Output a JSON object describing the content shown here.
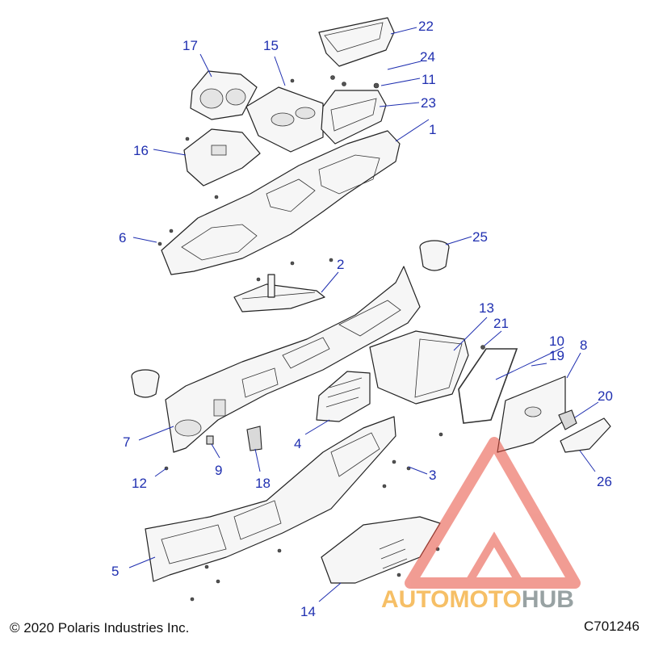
{
  "callouts": [
    {
      "id": "c1",
      "label": "1"
    },
    {
      "id": "c2",
      "label": "2"
    },
    {
      "id": "c3",
      "label": "3"
    },
    {
      "id": "c4",
      "label": "4"
    },
    {
      "id": "c5",
      "label": "5"
    },
    {
      "id": "c6",
      "label": "6"
    },
    {
      "id": "c7",
      "label": "7"
    },
    {
      "id": "c8",
      "label": "8"
    },
    {
      "id": "c9",
      "label": "9"
    },
    {
      "id": "c10",
      "label": "10"
    },
    {
      "id": "c11",
      "label": "11"
    },
    {
      "id": "c12",
      "label": "12"
    },
    {
      "id": "c13",
      "label": "13"
    },
    {
      "id": "c14",
      "label": "14"
    },
    {
      "id": "c15",
      "label": "15"
    },
    {
      "id": "c16",
      "label": "16"
    },
    {
      "id": "c17",
      "label": "17"
    },
    {
      "id": "c18",
      "label": "18"
    },
    {
      "id": "c19",
      "label": "19"
    },
    {
      "id": "c20",
      "label": "20"
    },
    {
      "id": "c21",
      "label": "21"
    },
    {
      "id": "c22",
      "label": "22"
    },
    {
      "id": "c23",
      "label": "23"
    },
    {
      "id": "c24",
      "label": "24"
    },
    {
      "id": "c25",
      "label": "25"
    },
    {
      "id": "c26",
      "label": "26"
    }
  ],
  "footer": {
    "copyright": "© 2020 Polaris Industries Inc.",
    "drawing_number": "C701246"
  },
  "watermark": {
    "text": "AUTOMOTOHUB",
    "colors": {
      "auto_moto": "#f5b041",
      "hub": "#7f8c8d",
      "logo": "#e74c3c"
    }
  },
  "colors": {
    "callout": "#1f2fb0"
  }
}
